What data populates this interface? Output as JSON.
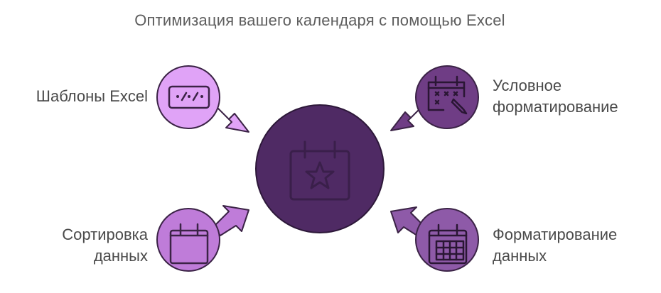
{
  "title": "Оптимизация вашего календаря с помощью Excel",
  "items": [
    {
      "label": "Шаблоны Excel",
      "icon": "code-card-icon",
      "color": "#e0a3f7"
    },
    {
      "label": "Условное\nформатирование",
      "icon": "calendar-edit-icon",
      "color": "#6f3d85"
    },
    {
      "label": "Сортировка\nданных",
      "icon": "calendar-icon",
      "color": "#bf7cd9"
    },
    {
      "label": "Форматирование\nданных",
      "icon": "calendar-grid-icon",
      "color": "#8e5aa8"
    }
  ],
  "center": {
    "icon": "calendar-star-icon",
    "color": "#4f2a64"
  }
}
